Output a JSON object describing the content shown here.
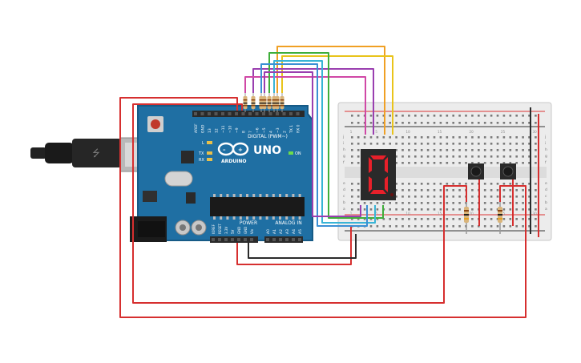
{
  "arduino": {
    "brand": "ARDUINO",
    "model": "UNO",
    "digital_label": "DIGITAL (PWM~)",
    "power_label": "POWER",
    "analog_label": "ANALOG IN",
    "on_label": "ON",
    "led_labels": [
      "L",
      "TX",
      "RX"
    ],
    "digital_pins": [
      "AREF",
      "GND",
      "13",
      "12",
      "~11",
      "~10",
      "~9",
      "8",
      "7",
      "~6",
      "~5",
      "4",
      "~3",
      "2",
      "TX 1",
      "RX 0"
    ],
    "power_pins": [
      "IOREF",
      "RESET",
      "3.3V",
      "5V",
      "GND",
      "GND",
      "Vin"
    ],
    "analog_pins": [
      "A0",
      "A1",
      "A2",
      "A3",
      "A4",
      "A5"
    ]
  },
  "display": {
    "digit": "0"
  },
  "breadboard": {
    "row_letters_top": [
      "j",
      "i",
      "h",
      "g",
      "f"
    ],
    "row_letters_bottom": [
      "e",
      "d",
      "c",
      "b",
      "a"
    ],
    "column_numbers": [
      "1",
      "5",
      "10",
      "15",
      "20",
      "25",
      "30"
    ]
  },
  "colors": {
    "board": "#1f6fa3",
    "board_dark": "#165a86",
    "wire_red": "#d62f2f",
    "wire_black": "#2b2b2b",
    "wire_orange": "#f0a024",
    "wire_yellow": "#e9c41a",
    "wire_green": "#3fae3a",
    "wire_blue": "#3b8fd4",
    "wire_cyan": "#39b4d6",
    "wire_purple": "#9a3fb0",
    "wire_pink": "#d048a6",
    "segment_on": "#e8202a",
    "display_body": "#2a2a2a"
  }
}
